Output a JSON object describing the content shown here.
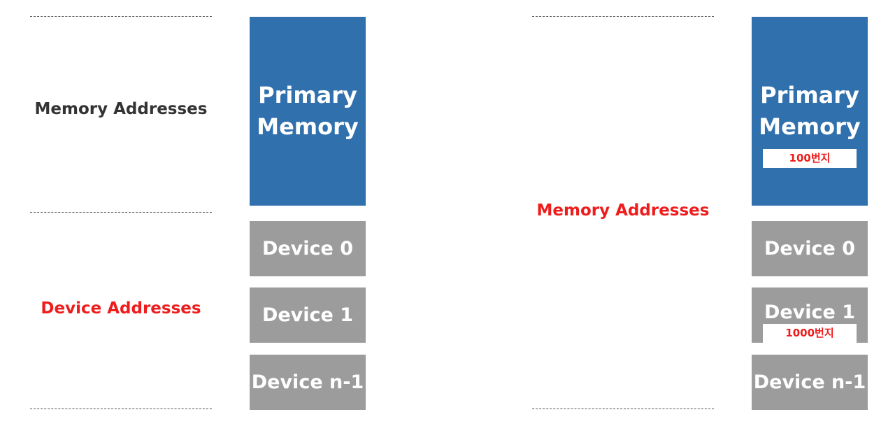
{
  "left_panel": {
    "memory_addresses_label": "Memory Addresses",
    "device_addresses_label": "Device Addresses",
    "blocks": {
      "primary_line1": "Primary",
      "primary_line2": "Memory",
      "device0": "Device 0",
      "device1": "Device 1",
      "device_n": "Device n-1"
    }
  },
  "right_panel": {
    "memory_addresses_label": "Memory Addresses",
    "blocks": {
      "primary_line1": "Primary",
      "primary_line2": "Memory",
      "primary_address_tag": "100번지",
      "device0": "Device 0",
      "device1": "Device 1",
      "device1_address_tag": "1000번지",
      "device_n": "Device n-1"
    }
  },
  "colors": {
    "primary_block": "#3070ad",
    "device_block": "#9c9c9c",
    "highlight_text": "#ee1c1c",
    "normal_text": "#333333"
  }
}
